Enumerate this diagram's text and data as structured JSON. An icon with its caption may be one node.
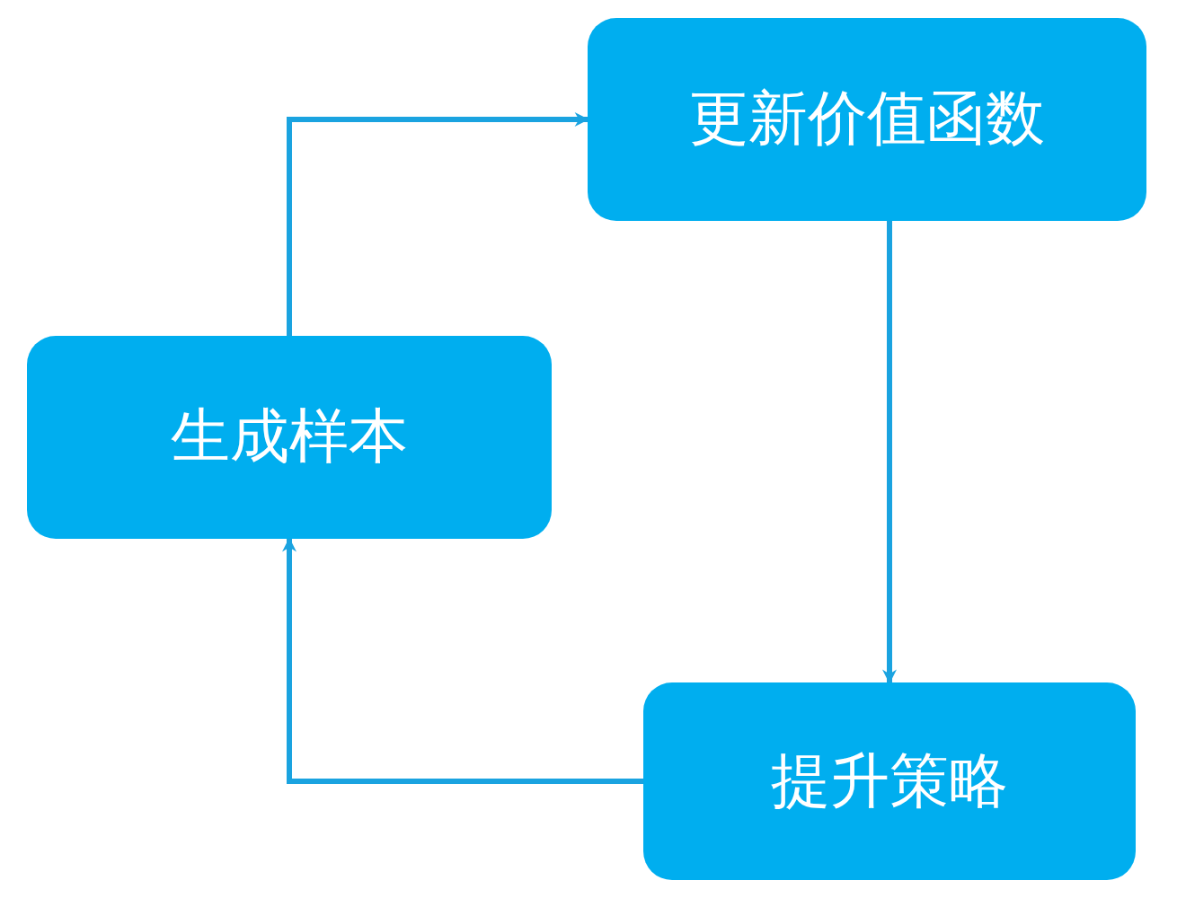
{
  "diagram": {
    "nodes": [
      {
        "text": [
          "更新价值函数"
        ]
      },
      {
        "text": [
          "生成样本"
        ]
      },
      {
        "text": [
          "提升策略"
        ]
      }
    ],
    "edges": [
      {
        "from": 1,
        "to": 0,
        "arrow": "to"
      },
      {
        "from": 0,
        "to": 2,
        "arrow": "to"
      },
      {
        "from": 2,
        "to": 1,
        "arrow": "to"
      }
    ]
  }
}
